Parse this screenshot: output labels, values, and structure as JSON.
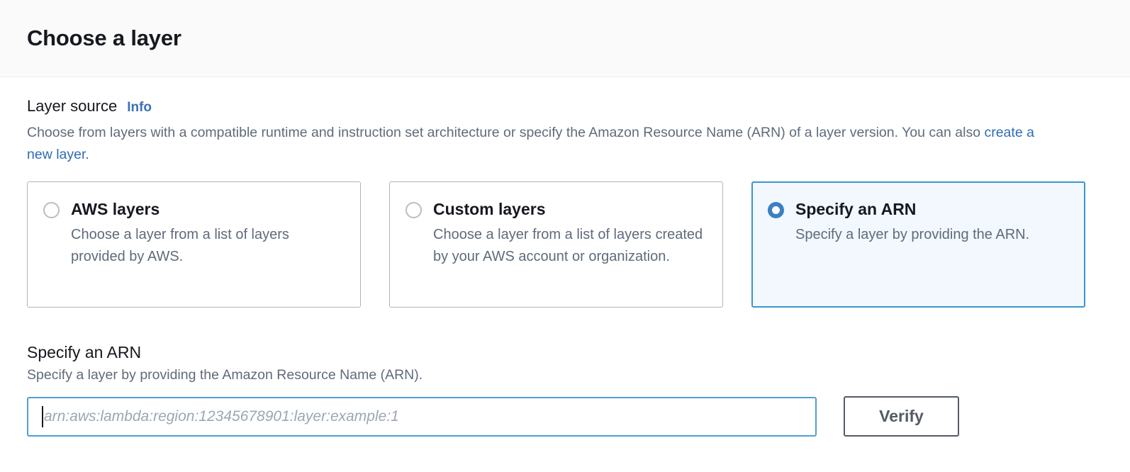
{
  "modal": {
    "title": "Choose a layer"
  },
  "layer_source": {
    "label": "Layer source",
    "info_link": "Info",
    "description_before": "Choose from layers with a compatible runtime and instruction set architecture or specify the Amazon Resource Name (ARN) of a layer version. You can also ",
    "description_link": "create a new layer.",
    "options": [
      {
        "title": "AWS layers",
        "description": "Choose a layer from a list of layers provided by AWS.",
        "selected": false
      },
      {
        "title": "Custom layers",
        "description": "Choose a layer from a list of layers created by your AWS account or organization.",
        "selected": false
      },
      {
        "title": "Specify an ARN",
        "description": "Specify a layer by providing the ARN.",
        "selected": true
      }
    ]
  },
  "arn_section": {
    "title": "Specify an ARN",
    "description": "Specify a layer by providing the Amazon Resource Name (ARN).",
    "input_value": "",
    "input_placeholder": "arn:aws:lambda:region:12345678901:layer:example:1",
    "verify_label": "Verify"
  },
  "colors": {
    "accent_blue": "#3b7fc4",
    "link_blue": "#2f6cb5",
    "selected_tile_bg": "#f2f8fd",
    "selected_tile_border": "#3a96cc",
    "input_focus_border": "#539fcd",
    "button_border": "#545b64",
    "muted_text": "#5f6b7a",
    "tile_border": "#aab7b8",
    "header_bg": "#fafafa"
  }
}
